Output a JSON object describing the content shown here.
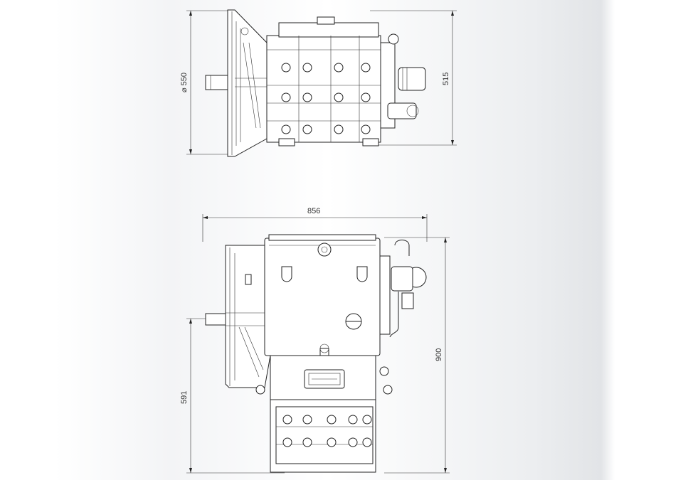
{
  "colors": {
    "line": "#222222",
    "background_gray": "#e2e4e7"
  },
  "dimensions": {
    "top_view_diameter": "⌀ 550",
    "top_view_height": "515",
    "front_view_width": "856",
    "front_view_height": "900",
    "front_view_shaft_height": "591"
  }
}
